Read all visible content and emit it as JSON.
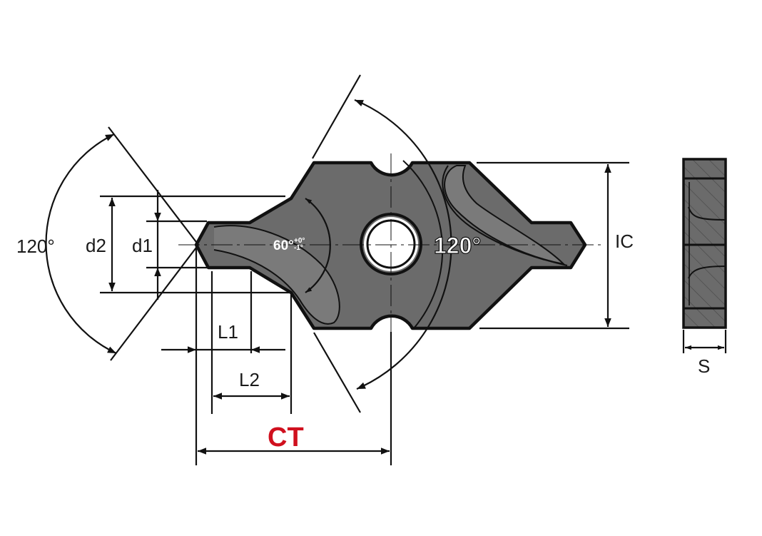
{
  "labels": {
    "angle_left": "120°",
    "d2": "d2",
    "d1": "d1",
    "angle_small_base": "60°",
    "angle_small_plus": "+0°",
    "angle_small_minus": "-1°",
    "angle_right": "120°",
    "ic": "IC",
    "l1": "L1",
    "l2": "L2",
    "ct": "CT",
    "s": "S"
  },
  "colors": {
    "insert_fill": "#6b6b6b",
    "outline": "#111111",
    "ct_label": "#d0101e",
    "background": "#ffffff"
  }
}
